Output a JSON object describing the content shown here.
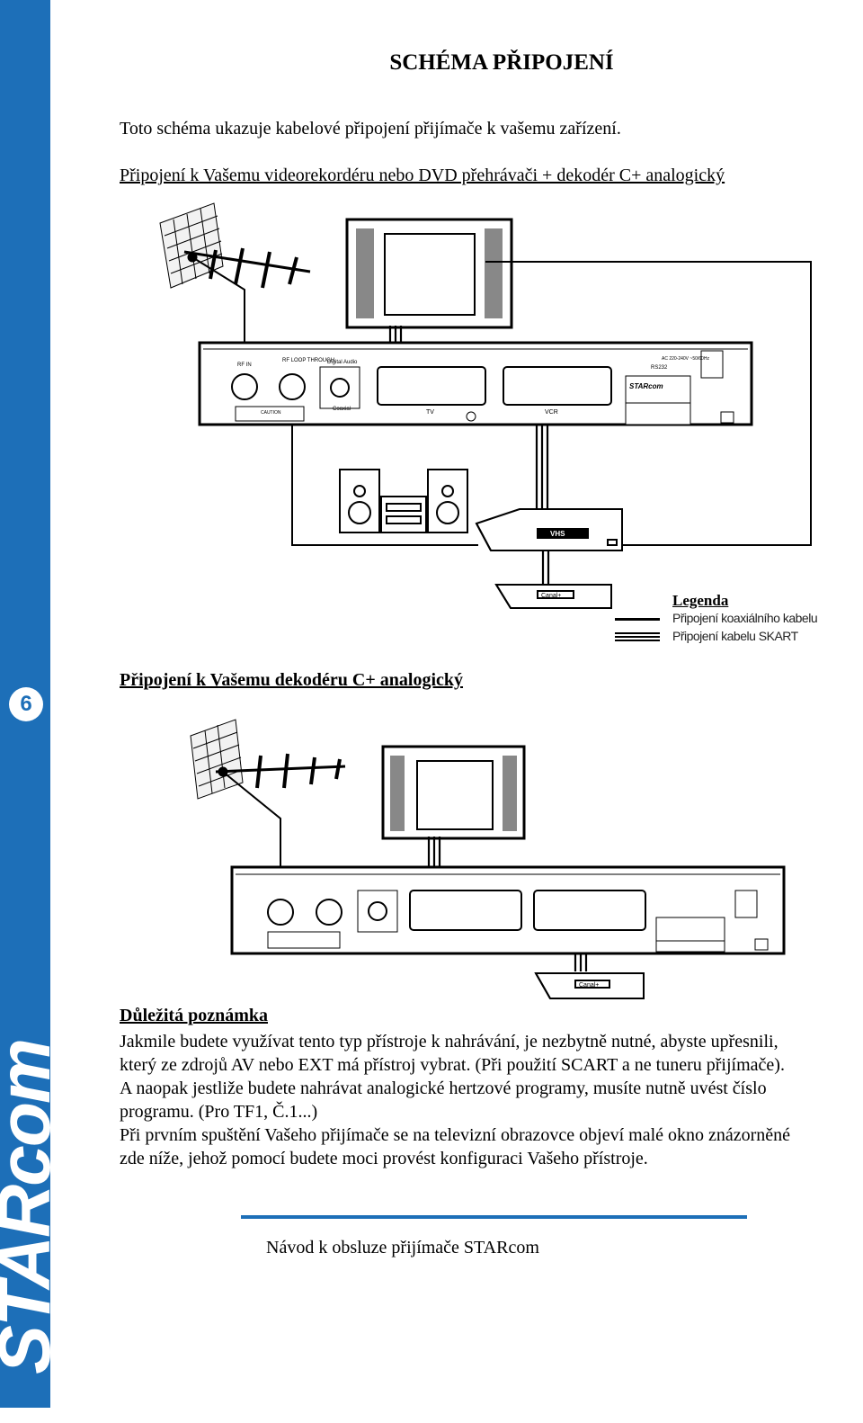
{
  "brand": {
    "name": "STARcom",
    "page_number": "6",
    "colors": {
      "sidebar": "#1d6fb8",
      "footer_rule": "#1d6fb8"
    }
  },
  "heading": "SCHÉMA PŘIPOJENÍ",
  "intro": "Toto schéma ukazuje kabelové připojení přijímače k vašemu zařízení.",
  "section1": {
    "title": "Připojení k Vašemu videorekordéru nebo DVD přehrávači  + dekodér C+ analogický",
    "diagram": {
      "connectors": {
        "rf_in": "RF IN",
        "rf_loop": "RF LOOP THROUGH",
        "digital_audio": "Digital Audio",
        "coaxial": "Coaxial",
        "tv": "TV",
        "vcr": "VCR",
        "rs232": "RS232",
        "power": "AC 220-240V ~50/60Hz",
        "caution": "CAUTION"
      },
      "devices": {
        "vcr_label": "VHS",
        "decoder_label": "Canal+",
        "label_brand": "STARcom"
      }
    },
    "legend": {
      "title": "Legenda",
      "coax": "Připojení koaxiálního kabelu",
      "scart": "Připojení kabelu SKART"
    }
  },
  "section2": {
    "title": "Připojení k Vašemu dekodéru C+ analogický",
    "diagram": {
      "decoder_label": "Canal+"
    }
  },
  "note": {
    "title": "Důležitá poznámka",
    "lines": [
      "Jakmile budete využívat tento typ přístroje k nahrávání, je nezbytně nutné, abyste upřesnili,",
      "který ze zdrojů AV nebo EXT má přístroj vybrat. (Při použití SCART a ne tuneru přijímače).",
      "A naopak jestliže budete nahrávat analogické hertzové programy, musíte nutně uvést číslo",
      "programu.  (Pro TF1, Č.1...)",
      "Při prvním spuštění Vašeho přijímače se na televizní obrazovce objeví malé okno znázorněné",
      "zde níže, jehož pomocí budete moci provést konfiguraci Vašeho přístroje."
    ]
  },
  "footer": "Návod k obsluze přijímače STARcom"
}
